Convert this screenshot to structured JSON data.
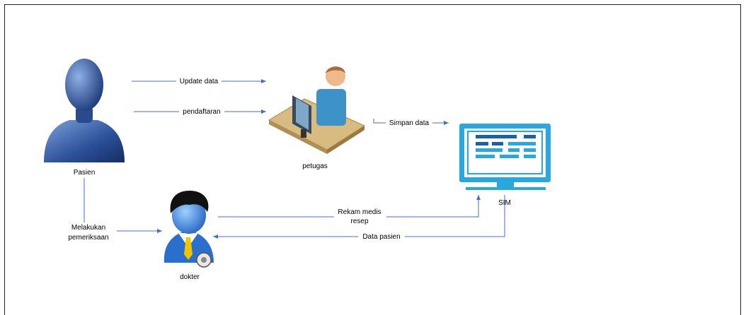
{
  "nodes": {
    "pasien": "Pasien",
    "petugas": "petugas",
    "sim": "SIM",
    "dokter": "dokter"
  },
  "edges": {
    "update_data": "Update data",
    "pendaftaran": "pendaftaran",
    "simpan_data": "Simpan data",
    "rekam_medis_line1": "Rekam medis",
    "rekam_medis_line2": "resep",
    "data_pasien": "Data pasien",
    "melakukan_line1": "Melakukan",
    "melakukan_line2": "pemeriksaan"
  },
  "colors": {
    "edge": "#4472c4",
    "person_dark": "#1d3a78",
    "person_light": "#6a8fd0",
    "monitor": "#29a8e0",
    "desk": "#d7b97c",
    "doctor_hair": "#1a1a1a",
    "doctor_blue": "#2a6fcc"
  },
  "icons": {
    "pasien": "patient-person-icon",
    "petugas": "staff-at-desk-icon",
    "sim": "computer-monitor-icon",
    "dokter": "doctor-icon"
  }
}
